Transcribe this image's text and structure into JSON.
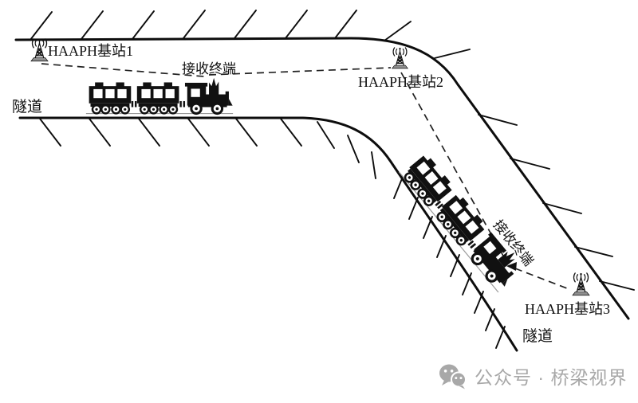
{
  "diagram": {
    "title_hint": "HAAPH base stations serving trains inside an L-shaped tunnel",
    "stations": [
      {
        "label": "HAAPH基站1"
      },
      {
        "label": "HAAPH基站2"
      },
      {
        "label": "HAAPH基站3"
      }
    ],
    "terminals": [
      {
        "label": "接收终端"
      },
      {
        "label": "接收终端"
      }
    ],
    "tunnel_labels": [
      {
        "label": "隧道"
      },
      {
        "label": "隧道"
      }
    ],
    "icons": [
      "antenna-icon",
      "antenna-icon",
      "antenna-icon",
      "train-icon",
      "train-icon",
      "wechat-icon"
    ],
    "colors": {
      "ink": "#111111",
      "rail": "#9a9a9a",
      "watermark_gray": "#a8a8a8",
      "background": "#ffffff"
    }
  },
  "watermark": {
    "text": "公众号 · 桥梁视界"
  }
}
